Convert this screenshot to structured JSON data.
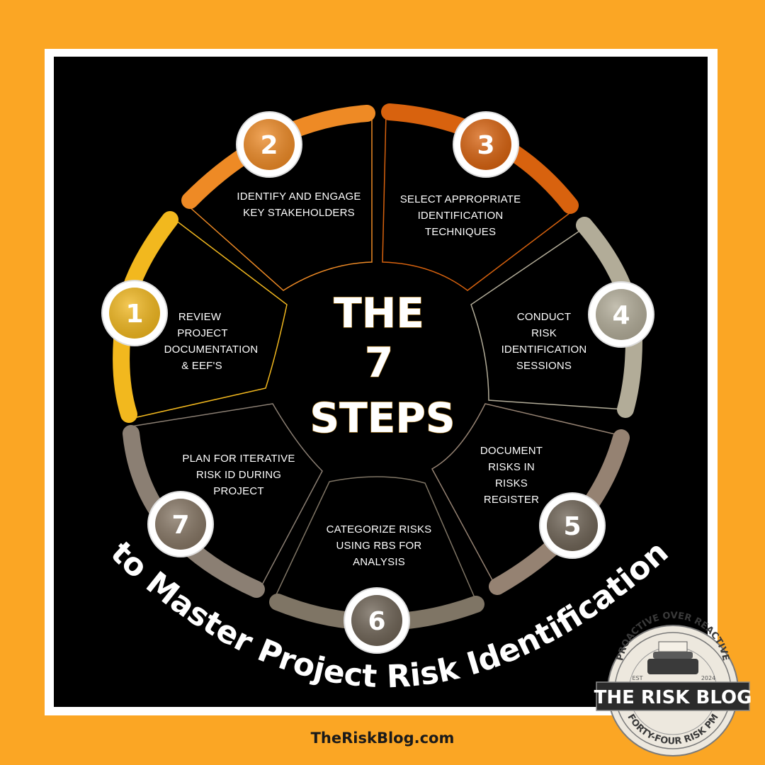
{
  "center": {
    "line1": "THE",
    "line2": "7",
    "line3": "STEPS"
  },
  "subtitle": "to Master Project  Risk  Identification",
  "footer": "TheRiskBlog.com",
  "steps": [
    {
      "number": "1",
      "lines": [
        "REVIEW",
        "PROJECT",
        "DOCUMENTATION",
        "& EEF'S"
      ],
      "color": "#F2B81E"
    },
    {
      "number": "2",
      "lines": [
        "IDENTIFY AND ENGAGE",
        "KEY STAKEHOLDERS"
      ],
      "color": "#EE8A25"
    },
    {
      "number": "3",
      "lines": [
        "SELECT APPROPRIATE",
        "IDENTIFICATION",
        "TECHNIQUES"
      ],
      "color": "#D8620E"
    },
    {
      "number": "4",
      "lines": [
        "CONDUCT",
        "RISK",
        "IDENTIFICATION",
        "SESSIONS"
      ],
      "color": "#B2AC98"
    },
    {
      "number": "5",
      "lines": [
        "DOCUMENT",
        "RISKS IN",
        "RISKS",
        "REGISTER"
      ],
      "color": "#958272"
    },
    {
      "number": "6",
      "lines": [
        "CATEGORIZE RISKS",
        "USING RBS FOR",
        "ANALYSIS"
      ],
      "color": "#7F7565"
    },
    {
      "number": "7",
      "lines": [
        "PLAN FOR ITERATIVE",
        "RISK ID DURING",
        "PROJECT"
      ],
      "color": "#8B7F73"
    }
  ],
  "logo": {
    "arc_top": "PROACTIVE OVER REACTIVE",
    "title": "THE RISK BLOG",
    "est": "EST",
    "year": "2024",
    "arc_bottom": "FORTY-FOUR RISK PM"
  }
}
